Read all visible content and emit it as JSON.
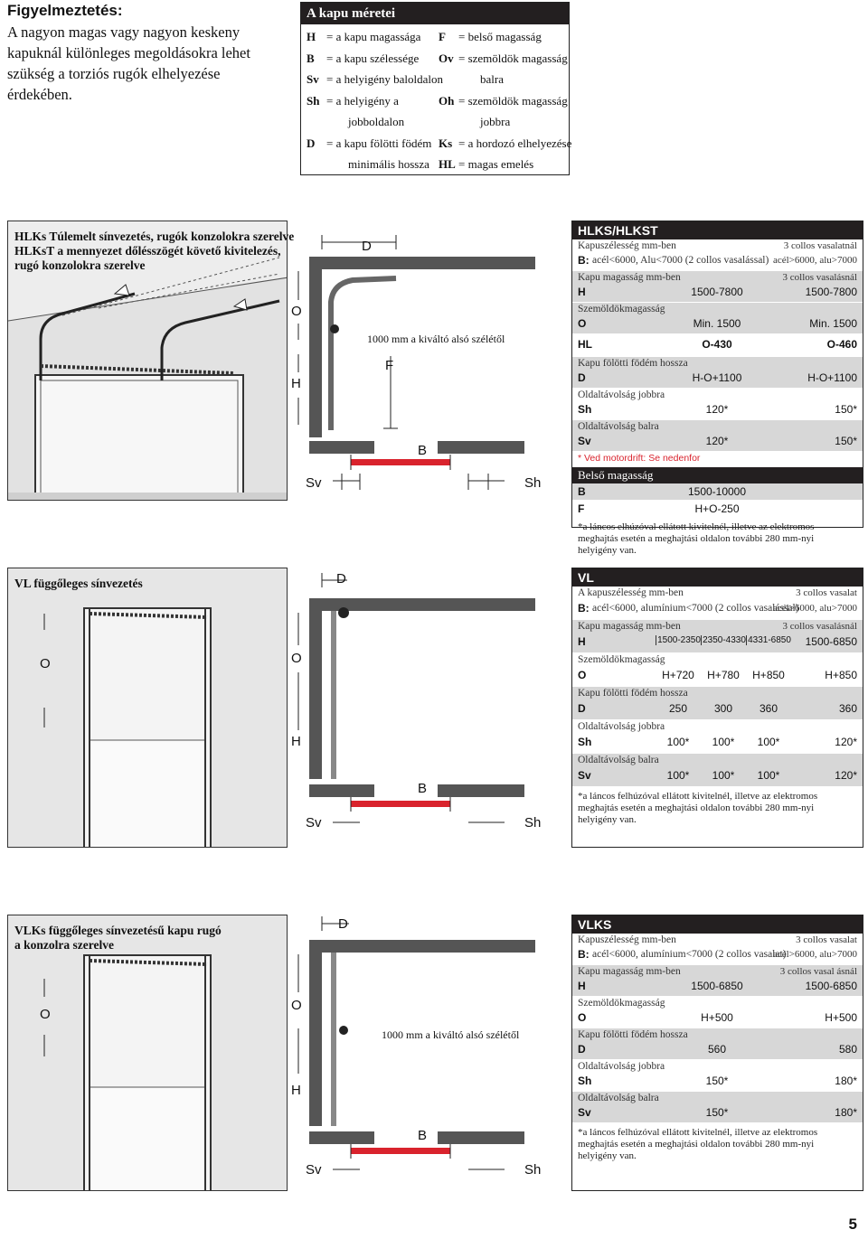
{
  "warning": {
    "title": "Figyelmeztetés:",
    "body": "A nagyon magas vagy nagyon keskeny kapuknál különleges megoldásokra lehet szükség a torziós rugók elhelyezése érdekében."
  },
  "legend": {
    "title": "A kapu méretei",
    "left": [
      {
        "sym": "H",
        "text": "= a kapu magassága"
      },
      {
        "sym": "B",
        "text": "= a kapu szélessége"
      },
      {
        "sym": "Sv",
        "text": "= a helyigény baloldalon"
      },
      {
        "sym": "Sh",
        "text": "= a helyigény a"
      },
      {
        "sym": "",
        "text": "jobboldalon"
      },
      {
        "sym": "D",
        "text": "= a kapu fölötti födém"
      },
      {
        "sym": "",
        "text": "minimális hossza"
      }
    ],
    "right": [
      {
        "sym": "F",
        "text": "= belső magasság"
      },
      {
        "sym": "Ov",
        "text": "= szemöldök magasság"
      },
      {
        "sym": "",
        "text": "balra"
      },
      {
        "sym": "Oh",
        "text": "= szemöldök magasság"
      },
      {
        "sym": "",
        "text": "jobbra"
      },
      {
        "sym": "Ks",
        "text": "= a hordozó elhelyezése"
      },
      {
        "sym": "HL",
        "text": "= magas emelés"
      }
    ]
  },
  "section1": {
    "title_lines": [
      "HLKs Túlemelt sínvezetés, rugók konzolokra szerelve",
      "HLKsT a mennyezet dőlésszögét követő kivitelezés,",
      "rugó konzolokra szerelve"
    ],
    "labels": {
      "D": "D",
      "O": "O",
      "H": "H",
      "F": "F",
      "B": "B",
      "Sv": "Sv",
      "Sh": "Sh",
      "note": "1000 mm a kiváltó alsó szélétől"
    },
    "table": {
      "title": "HLKS/HLKST",
      "rows": [
        {
          "label": "Kapuszélesség mm-ben",
          "right_label": "3 collos vasalatnál",
          "sym": "B:",
          "sym_text": "acél<6000, Alu<7000 (2 collos vasalással)",
          "right_value": "acél>6000, alu>7000",
          "shade": false
        },
        {
          "label": "Kapu magasság mm-ben",
          "right_label": "3 collos vasalásnál",
          "sym": "H",
          "v1": "1500-7800",
          "v2": "1500-7800",
          "shade": true
        },
        {
          "label": "Szemöldökmagasság",
          "sym": "O",
          "v1": "Min. 1500",
          "v2": "Min. 1500",
          "shade": true
        },
        {
          "sym": "HL",
          "v1": "O-430",
          "v2": "O-460",
          "shade": false
        },
        {
          "label": "Kapu fölötti födém hossza",
          "sym": "D",
          "v1": "H-O+1100",
          "v2": "H-O+1100",
          "shade": true
        },
        {
          "label": "Oldaltávolság jobbra",
          "sym": "Sh",
          "v1": "120*",
          "v2": "150*",
          "shade": false
        },
        {
          "label": "Oldaltávolság balra",
          "sym": "Sv",
          "v1": "120*",
          "v2": "150*",
          "shade": true
        }
      ],
      "red_note": "* Ved motordrift: Se nedenfor",
      "sub_title": "Belső magasság",
      "sub_rows": [
        {
          "sym": "B",
          "v1": "1500-10000"
        },
        {
          "sym": "F",
          "v1": "H+O-250"
        }
      ],
      "footnote": "*a láncos elhúzóval ellátott kivitelnél, illetve az elektromos meghajtás esetén a meghajtási oldalon további 280 mm-nyi helyigény van."
    }
  },
  "section2": {
    "title": "VL függőleges sínvezetés",
    "labels": {
      "D": "D",
      "O": "O",
      "O_illu": "O",
      "H": "H",
      "B": "B",
      "Sv": "Sv",
      "Sh": "Sh"
    },
    "table": {
      "title": "VL",
      "rows": [
        {
          "label": "A kapuszélesség mm-ben",
          "right_label": "3 collos vasalat",
          "sym": "B:",
          "sym_text": "acél<6000, alumínium<7000 (2 collos vasalással)",
          "right_value": "acél>6000, alu>7000",
          "shade": false
        },
        {
          "label": "Kapu magasság mm-ben",
          "right_label": "3 collos vasalásnál",
          "sym": "H",
          "vals": [
            "1500-2350",
            "2350-4330",
            "4331-6850"
          ],
          "v4": "1500-6850",
          "shade": true
        },
        {
          "label": "Szemöldökmagasság",
          "sym": "O",
          "vals": [
            "H+720",
            "H+780",
            "H+850"
          ],
          "v4": "H+850",
          "shade": false
        },
        {
          "label": "Kapu fölötti födém hossza",
          "sym": "D",
          "vals": [
            "250",
            "300",
            "360"
          ],
          "v4": "360",
          "shade": true
        },
        {
          "label": "Oldaltávolság jobbra",
          "sym": "Sh",
          "vals": [
            "100*",
            "100*",
            "100*"
          ],
          "v4": "120*",
          "shade": false
        },
        {
          "label": "Oldaltávolság balra",
          "sym": "Sv",
          "vals": [
            "100*",
            "100*",
            "100*"
          ],
          "v4": "120*",
          "shade": true
        }
      ],
      "footnote": "*a láncos felhúzóval ellátott kivitelnél, illetve az elektromos meghajtás esetén a meghajtási oldalon további 280 mm-nyi helyigény van."
    }
  },
  "section3": {
    "title_lines": [
      "VLKs függőleges sínvezetésű kapu rugó",
      "a konzolra szerelve"
    ],
    "labels": {
      "D": "D",
      "O": "O",
      "O_illu": "O",
      "H": "H",
      "B": "B",
      "Sv": "Sv",
      "Sh": "Sh",
      "note": "1000 mm a kiváltó alsó szélétől"
    },
    "table": {
      "title": "VLKS",
      "rows": [
        {
          "label": "Kapuszélesség mm-ben",
          "right_label": "3 collos vasalat",
          "sym": "B:",
          "sym_text": "acél<6000, alumínium<7000 (2 collos vasalat)",
          "right_value": "acél>6000, alu>7000",
          "shade": false
        },
        {
          "label": "Kapu magasság mm-ben",
          "right_label": "3 collos vasal ásnál",
          "sym": "H",
          "v1": "1500-6850",
          "v2": "1500-6850",
          "shade": true
        },
        {
          "label": "Szemöldökmagasság",
          "sym": "O",
          "v1": "H+500",
          "v2": "H+500",
          "shade": false
        },
        {
          "label": "Kapu fölötti födém hossza",
          "sym": "D",
          "v1": "560",
          "v2": "580",
          "shade": true
        },
        {
          "label": "Oldaltávolság jobbra",
          "sym": "Sh",
          "v1": "150*",
          "v2": "180*",
          "shade": false
        },
        {
          "label": "Oldaltávolság balra",
          "sym": "Sv",
          "v1": "150*",
          "v2": "180*",
          "shade": true
        }
      ],
      "footnote": "*a láncos felhúzóval ellátott kivitelnél, illetve az elektromos meghajtás esetén a meghajtási oldalon további 280 mm-nyi helyigény van."
    }
  },
  "page_number": "5",
  "colors": {
    "dark": "#231f20",
    "shade": "#d7d7d7",
    "red": "#d9232d",
    "illu_gray": "#e4e4e4"
  }
}
